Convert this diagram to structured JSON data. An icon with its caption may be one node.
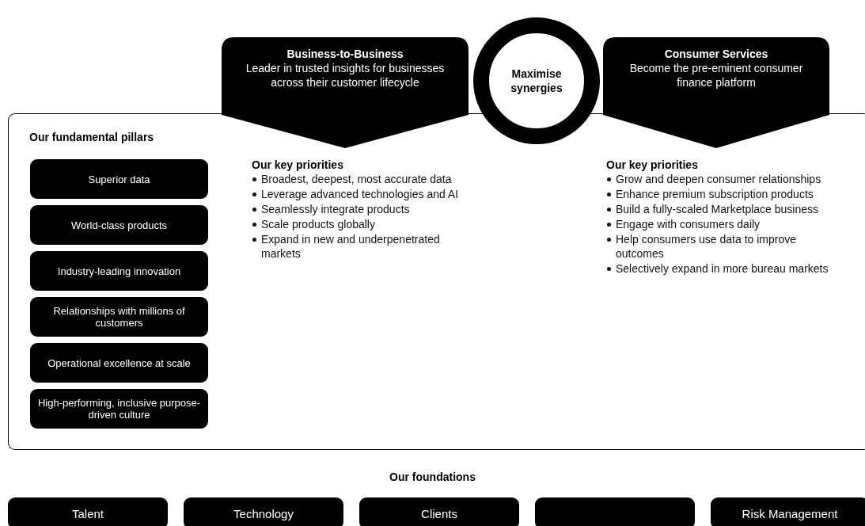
{
  "diagram": {
    "nodes": [
      {
        "text": [
          "Business-to-Business",
          "Leader in trusted insights for businesses across their customer lifecycle"
        ]
      },
      {
        "text": [
          "Maximise synergies"
        ]
      },
      {
        "text": [
          "Consumer Services",
          "Become the pre-eminent consumer finance platform"
        ]
      },
      {
        "text": [],
        "shape": "box"
      },
      {
        "text": [
          "Superior data"
        ],
        "in": 3
      },
      {
        "text": [
          "World-class products"
        ],
        "in": 3
      },
      {
        "text": [
          "Industry-leading innovation"
        ],
        "in": 3
      },
      {
        "text": [
          "Relationships with millions of customers"
        ],
        "in": 3
      },
      {
        "text": [
          "Operational excellence at scale"
        ],
        "in": 3
      },
      {
        "text": [
          "High-performing, inclusive purpose-driven culture"
        ],
        "in": 3
      },
      {
        "text": [
          "Talent"
        ]
      },
      {
        "text": [
          "Technology"
        ]
      },
      {
        "text": [
          "Clients"
        ]
      },
      {
        "text": [],
        "shape": "box"
      },
      {
        "text": [
          "Risk Management"
        ]
      }
    ],
    "edges": [],
    "labels": [
      "Our fundamental pillars",
      "Our key priorities",
      "Broadest, deepest, most accurate data",
      "Leverage advanced technologies and AI",
      "Seamlessly integrate products",
      "Scale products globally",
      "Expand in new and underpenetrated markets",
      "Our key priorities",
      "Grow and deepen consumer relationships",
      "Enhance premium subscription products",
      "Build a fully-scaled Marketplace business",
      "Engage with consumers daily",
      "Help consumers use data to improve outcomes",
      "Selectively expand in more bureau markets",
      "Our foundations"
    ]
  }
}
